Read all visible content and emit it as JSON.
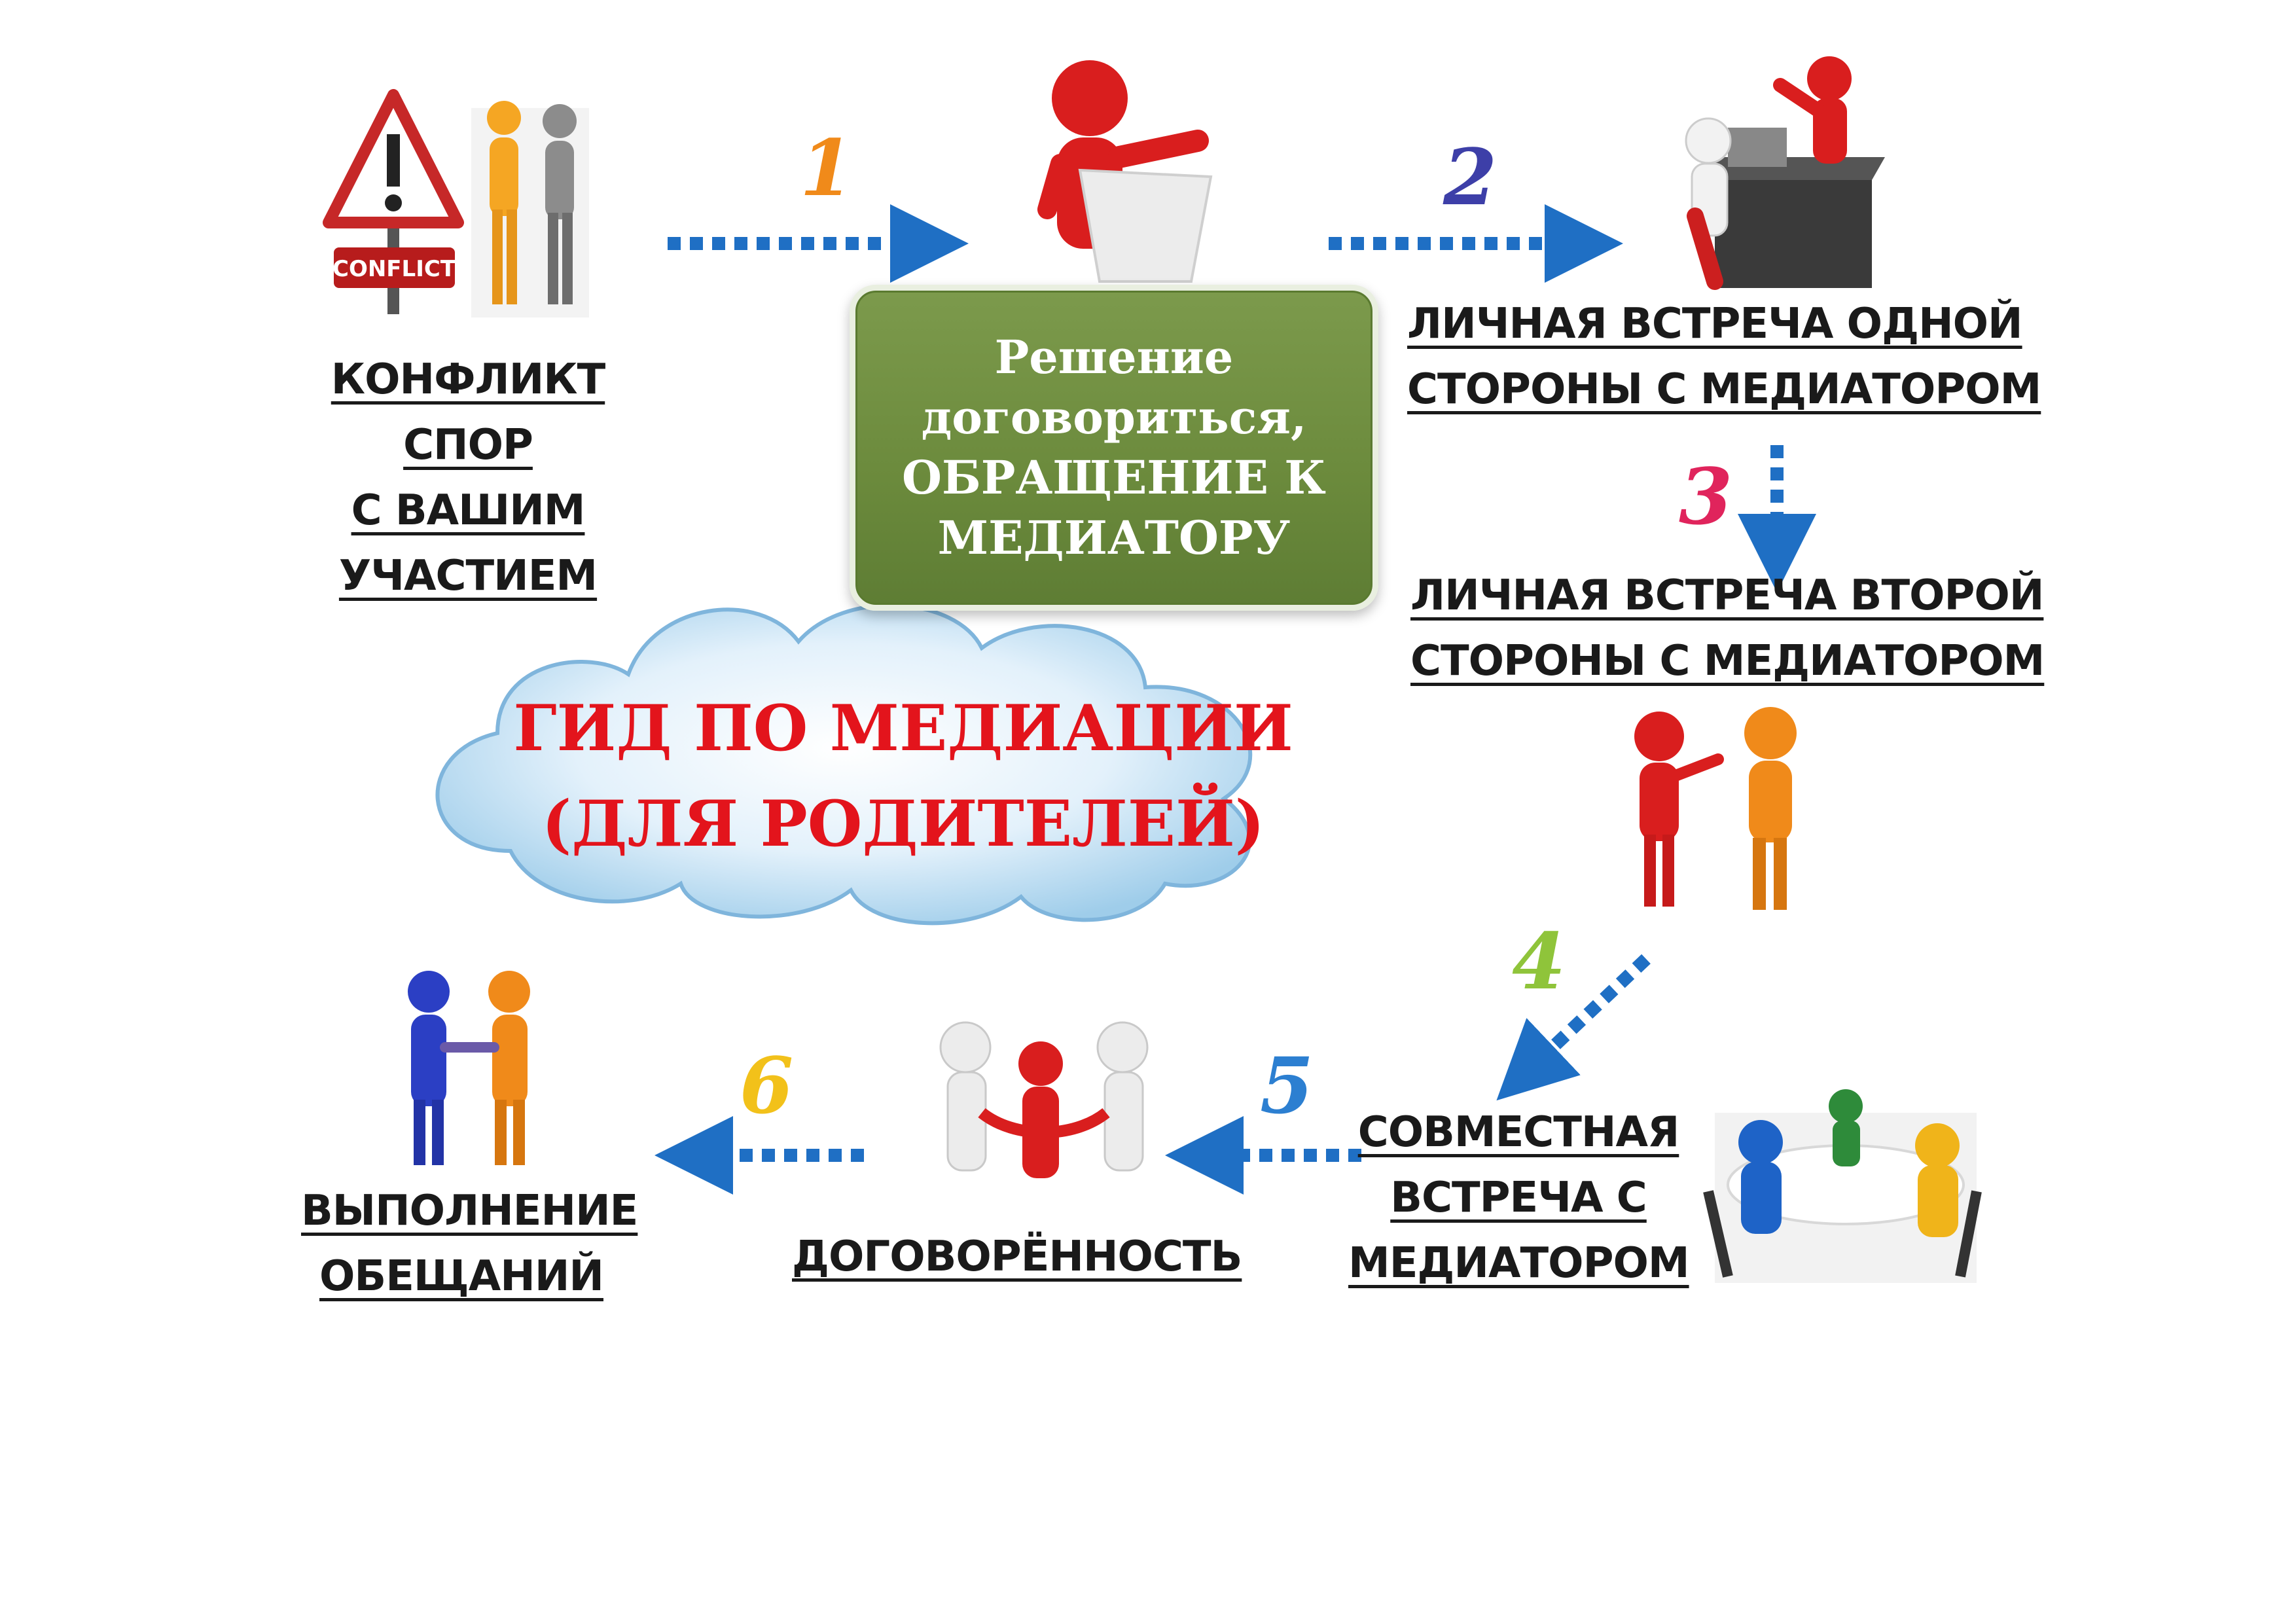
{
  "title": {
    "line1": "ГИД ПО МЕДИАЦИИ",
    "line2": "(ДЛЯ РОДИТЕЛЕЙ)"
  },
  "steps": {
    "conflict": {
      "lines": [
        "КОНФЛИКТ",
        "СПОР",
        "С ВАШИМ",
        "УЧАСТИЕМ"
      ],
      "sign_text": "CONFLICT"
    },
    "decision": {
      "lines": [
        "Решение",
        "договориться,",
        "ОБРАЩЕНИЕ К",
        "МЕДИАТОРУ"
      ]
    },
    "meeting_one": {
      "lines": [
        "ЛИЧНАЯ ВСТРЕЧА ОДНОЙ",
        "СТОРОНЫ С МЕДИАТОРОМ"
      ]
    },
    "meeting_two": {
      "lines": [
        "ЛИЧНАЯ ВСТРЕЧА ВТОРОЙ",
        "СТОРОНЫ С МЕДИАТОРОМ"
      ]
    },
    "joint_meeting": {
      "lines": [
        "СОВМЕСТНАЯ",
        "ВСТРЕЧА С",
        "МЕДИАТОРОМ"
      ]
    },
    "agreement": {
      "lines": [
        "ДОГОВОРЁННОСТЬ"
      ]
    },
    "fulfillment": {
      "lines": [
        "ВЫПОЛНЕНИЕ",
        "ОБЕЩАНИЙ"
      ]
    }
  },
  "arrow_numbers": [
    "1",
    "2",
    "3",
    "4",
    "5",
    "6"
  ],
  "colors": {
    "arrow": "#1f6fc4",
    "title_red": "#e3141c",
    "box_green": "#6b8a3c",
    "num1": "#f08a1a",
    "num2": "#3d3fa8",
    "num3": "#e0245c",
    "num4": "#8fc43a",
    "num5": "#2c7fd1",
    "num6": "#f2c11a"
  },
  "icons": [
    "conflict-warning-sign-icon",
    "speaker-podium-figure-icon",
    "desk-meeting-figures-icon",
    "two-figures-talking-icon",
    "group-huddle-figures-icon",
    "handshake-figures-icon",
    "round-table-meeting-icon"
  ]
}
